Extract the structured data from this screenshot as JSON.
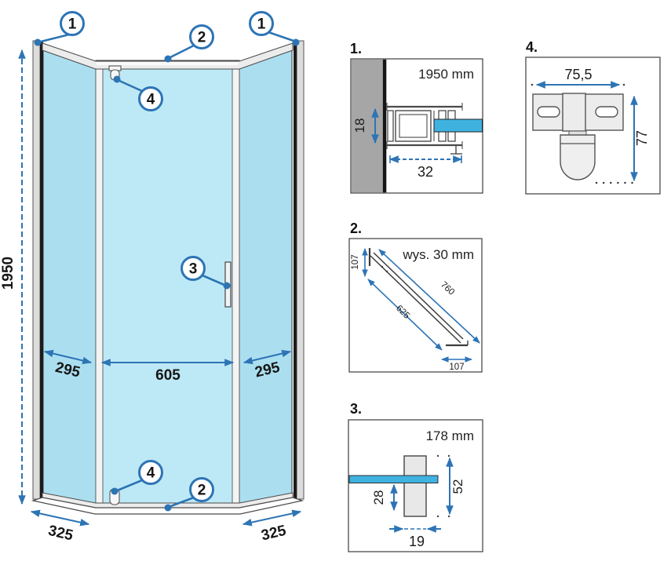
{
  "colors": {
    "accent_blue": "#2d74b5",
    "glass_side": "#abdff0",
    "glass_door": "#bde9f6",
    "glass_bright": "#3fb2e0",
    "wall_gray": "#a6a6a6",
    "rail_gray": "#ececec",
    "outline_dark": "#4a4a4a"
  },
  "main_view": {
    "dims": {
      "height": "1950",
      "side_left": "295",
      "door": "605",
      "side_right": "295",
      "base_left": "325",
      "base_right": "325"
    },
    "callouts": {
      "wall_left": "1",
      "top_rail": "2",
      "wall_right": "1",
      "roller_top": "4",
      "handle": "3",
      "roller_bottom": "4",
      "bottom_rail": "2"
    }
  },
  "detail_1": {
    "label": "1.",
    "title": "1950 mm",
    "dims": {
      "depth": "18",
      "width": "32"
    }
  },
  "detail_4": {
    "label": "4.",
    "dims": {
      "width": "75,5",
      "height": "77"
    }
  },
  "detail_2": {
    "label": "2.",
    "title": "wys. 30 mm",
    "dims": {
      "end_left": "107",
      "length_outer": "760",
      "length_inner": "625",
      "end_right": "107"
    }
  },
  "detail_3": {
    "label": "3.",
    "title": "178 mm",
    "dims": {
      "inner": "28",
      "outer": "52",
      "width": "19"
    }
  }
}
